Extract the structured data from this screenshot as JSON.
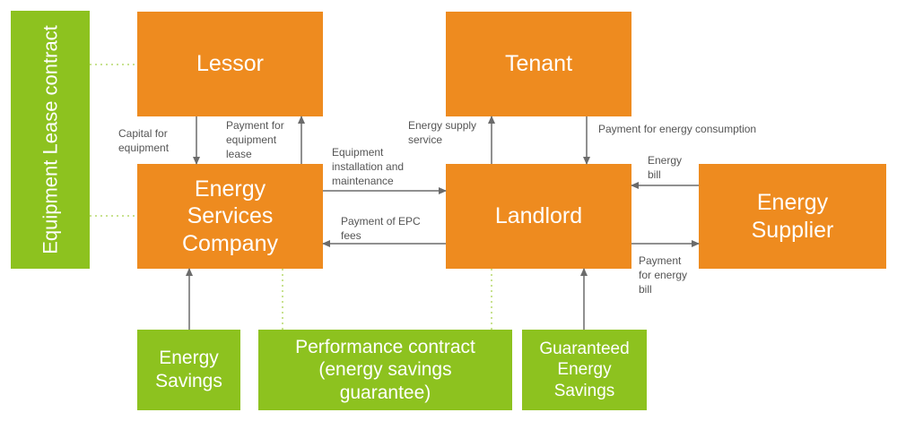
{
  "contract_sidebar": {
    "label": "Equipment Lease\ncontract"
  },
  "boxes": {
    "lessor": "Lessor",
    "tenant": "Tenant",
    "esco": "Energy\nServices\nCompany",
    "landlord": "Landlord",
    "supplier": "Energy\nSupplier",
    "energy_savings": "Energy\nSavings",
    "performance_contract": "Performance contract\n(energy savings\nguarantee)",
    "guaranteed_savings": "Guaranteed\nEnergy\nSavings"
  },
  "labels": {
    "capital": "Capital for\nequipment",
    "payment_lease": "Payment for\nequipment\nlease",
    "energy_supply": "Energy supply\nservice",
    "payment_consumption": "Payment for energy consumption",
    "installation": "Equipment\ninstallation and\nmaintenance",
    "epc_fees": "Payment of EPC\nfees",
    "energy_bill": "Energy\nbill",
    "payment_bill": "Payment\nfor energy\nbill"
  },
  "colors": {
    "orange": "#ee8b1f",
    "green": "#8dc21f",
    "arrow": "#6b6b6b",
    "dotted": "#b5d86a"
  }
}
